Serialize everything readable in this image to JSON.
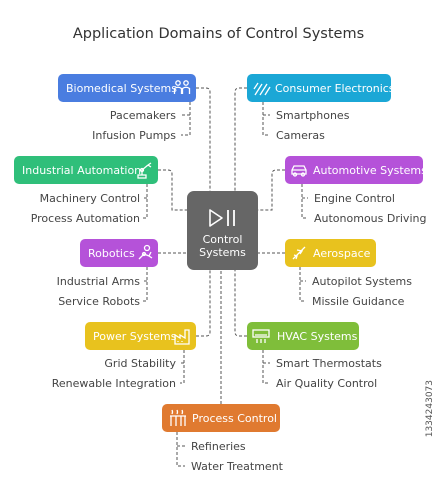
{
  "title": "Application Domains of Control Systems",
  "center": {
    "label_line1": "Control",
    "label_line2": "Systems",
    "icon": "play-pause-icon",
    "color": "#666666"
  },
  "nodes": {
    "biomedical": {
      "label": "Biomedical Systems",
      "color": "#4A7DE0",
      "icon": "people-icon",
      "subs": [
        "Pacemakers",
        "Infusion Pumps"
      ]
    },
    "industrial": {
      "label": "Industrial Automation",
      "color": "#2FBF7A",
      "icon": "robot-arm-icon",
      "subs": [
        "Machinery Control",
        "Process Automation"
      ]
    },
    "robotics": {
      "label": "Robotics",
      "color": "#B552D9",
      "icon": "robot-icon",
      "subs": [
        "Industrial Arms",
        "Service Robots"
      ]
    },
    "power": {
      "label": "Power Systems",
      "color": "#E8C21E",
      "icon": "factory-icon",
      "subs": [
        "Grid Stability",
        "Renewable Integration"
      ]
    },
    "process": {
      "label": "Process Control",
      "color": "#E07A30",
      "icon": "refinery-icon",
      "subs": [
        "Refineries",
        "Water Treatment"
      ]
    },
    "consumer": {
      "label": "Consumer Electronics",
      "color": "#1BA7D6",
      "icon": "signal-icon",
      "subs": [
        "Smartphones",
        "Cameras"
      ]
    },
    "automotive": {
      "label": "Automotive Systems",
      "color": "#B552D9",
      "icon": "car-icon",
      "subs": [
        "Engine Control",
        "Autonomous Driving"
      ]
    },
    "aerospace": {
      "label": "Aerospace",
      "color": "#E8C21E",
      "icon": "airplane-icon",
      "subs": [
        "Autopilot Systems",
        "Missile Guidance"
      ]
    },
    "hvac": {
      "label": "HVAC Systems",
      "color": "#7FBE3A",
      "icon": "air-conditioner-icon",
      "subs": [
        "Smart Thermostats",
        "Air Quality Control"
      ]
    }
  },
  "watermark": "1334243073"
}
